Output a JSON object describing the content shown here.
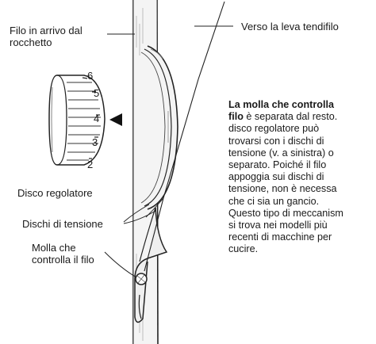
{
  "labels": {
    "thread_from_spool": [
      "Filo in arrivo dal",
      "rocchetto"
    ],
    "to_take_up_lever": "Verso la leva tendifilo",
    "regulator_disc": "Disco regolatore",
    "tension_discs": "Dischi di tensione",
    "check_spring": [
      "Molla che",
      "controlla il filo"
    ]
  },
  "dial_numbers": [
    "6",
    "5",
    "4",
    "3",
    "2"
  ],
  "description": {
    "bold": [
      "La molla che controlla",
      "filo"
    ],
    "lines": [
      " è separata dal resto.",
      "disco regolatore può",
      "trovarsi con i dischi di",
      "tensione (v. a sinistra) o",
      "separato. Poiché il filo",
      "appoggia sui dischi di",
      "tensione, non è necessa",
      "che ci sia un gancio.",
      "Questo tipo di meccanism",
      "si trova nei modelli più",
      "recenti di macchine per",
      "cucire."
    ]
  }
}
